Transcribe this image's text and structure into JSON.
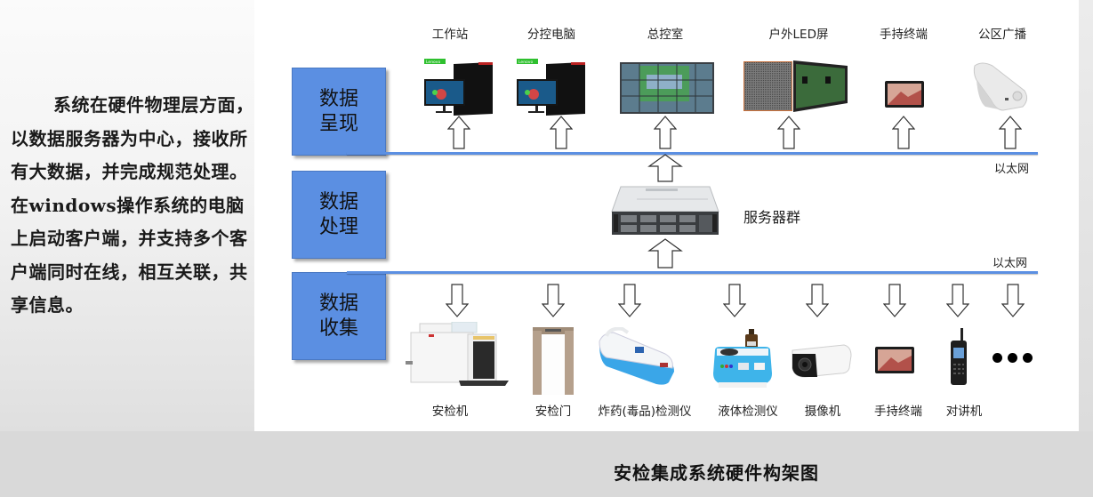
{
  "description": "系统在硬件物理层方面，以数据服务器为中心，接收所有大数据，并完成规范处理。在windows操作系统的电脑上启动客户端，并支持多个客户端同时在线，相互关联，共享信息。",
  "layers": [
    {
      "line1": "数据",
      "line2": "呈现"
    },
    {
      "line1": "数据",
      "line2": "处理"
    },
    {
      "line1": "数据",
      "line2": "收集"
    }
  ],
  "network_labels": [
    "以太网",
    "以太网"
  ],
  "presentation_devices": [
    {
      "label": "工作站",
      "icon": "workstation-icon",
      "badge": "Lenovo"
    },
    {
      "label": "分控电脑",
      "icon": "workstation-icon",
      "badge": "Lenovo"
    },
    {
      "label": "总控室",
      "icon": "video-wall-icon"
    },
    {
      "label": "户外LED屏",
      "icon": "led-screen-icon"
    },
    {
      "label": "手持终端",
      "icon": "tablet-icon"
    },
    {
      "label": "公区广播",
      "icon": "speaker-icon"
    }
  ],
  "processing": {
    "label": "服务器群",
    "icon": "server-rack-icon"
  },
  "collection_devices": [
    {
      "label": "安检机",
      "icon": "xray-scanner-icon"
    },
    {
      "label": "安检门",
      "icon": "metal-detector-gate-icon"
    },
    {
      "label": "炸药(毒品)检测仪",
      "icon": "explosive-detector-icon"
    },
    {
      "label": "液体检测仪",
      "icon": "liquid-detector-icon"
    },
    {
      "label": "摄像机",
      "icon": "camera-icon"
    },
    {
      "label": "手持终端",
      "icon": "tablet-icon"
    },
    {
      "label": "对讲机",
      "icon": "walkie-talkie-icon"
    },
    {
      "label": "",
      "icon": "ellipsis-icon"
    }
  ],
  "caption": "安检集成系统硬件构架图",
  "colors": {
    "layer_box": "#5b8fe2",
    "network_line": "#5b8fe2"
  }
}
